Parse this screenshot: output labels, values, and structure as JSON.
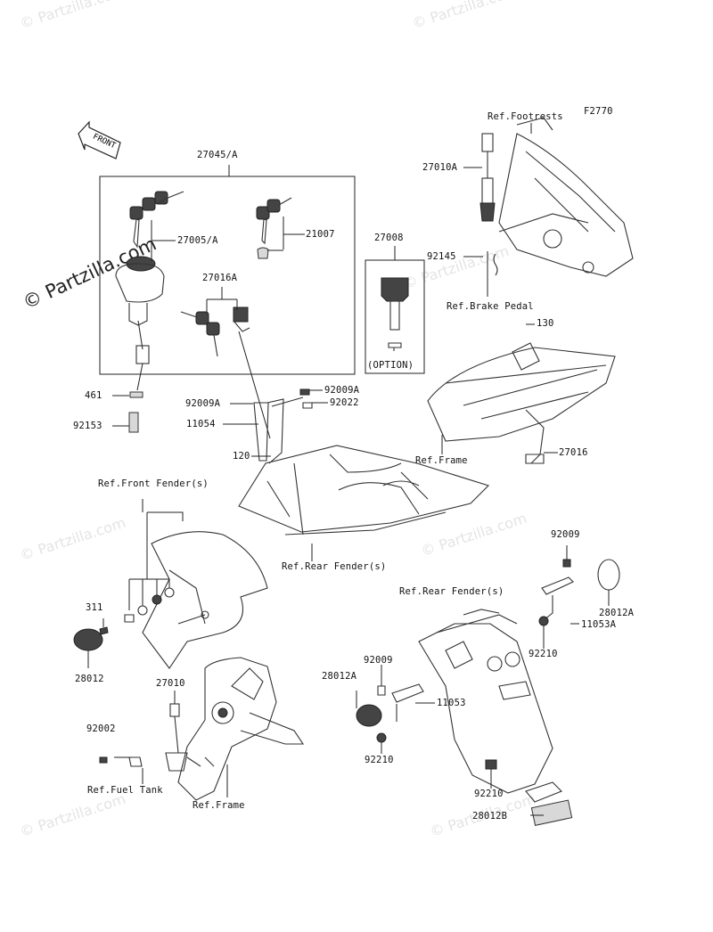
{
  "diagram_code": "F2770",
  "watermark": {
    "text": "© Partzilla.com"
  },
  "front_arrow": {
    "text": "FRONT"
  },
  "option_box": {
    "caption": "(OPTION)"
  },
  "labels": {
    "k27045": "27045/A",
    "k27005": "27005/A",
    "k21007": "21007",
    "k27016A": "27016A",
    "k27008": "27008",
    "k461": "461",
    "k92153": "92153",
    "k92009A_1": "92009A",
    "k92009A_2": "92009A",
    "k92022": "92022",
    "k11054": "11054",
    "k120": "120",
    "k27010A": "27010A",
    "k92145": "92145",
    "k130": "130",
    "k27016": "27016",
    "k92009_1": "92009",
    "k28012A_1": "28012A",
    "k11053A": "11053A",
    "k92210_1": "92210",
    "k92009_2": "92009",
    "k28012A_2": "28012A",
    "k11053": "11053",
    "k92210_2": "92210",
    "k92210_3": "92210",
    "k28012B": "28012B",
    "k311": "311",
    "k28012": "28012",
    "k27010": "27010",
    "k92002": "92002",
    "ref_footrests": "Ref.Footrests",
    "ref_brake_pedal": "Ref.Brake Pedal",
    "ref_frame_1": "Ref.Frame",
    "ref_front_fender": "Ref.Front Fender(s)",
    "ref_rear_fender_1": "Ref.Rear Fender(s)",
    "ref_rear_fender_2": "Ref.Rear Fender(s)",
    "ref_fuel_tank": "Ref.Fuel Tank",
    "ref_frame_2": "Ref.Frame"
  },
  "colors": {
    "ink": "#111111",
    "watermark": "#e4e4e4",
    "background": "#ffffff"
  }
}
